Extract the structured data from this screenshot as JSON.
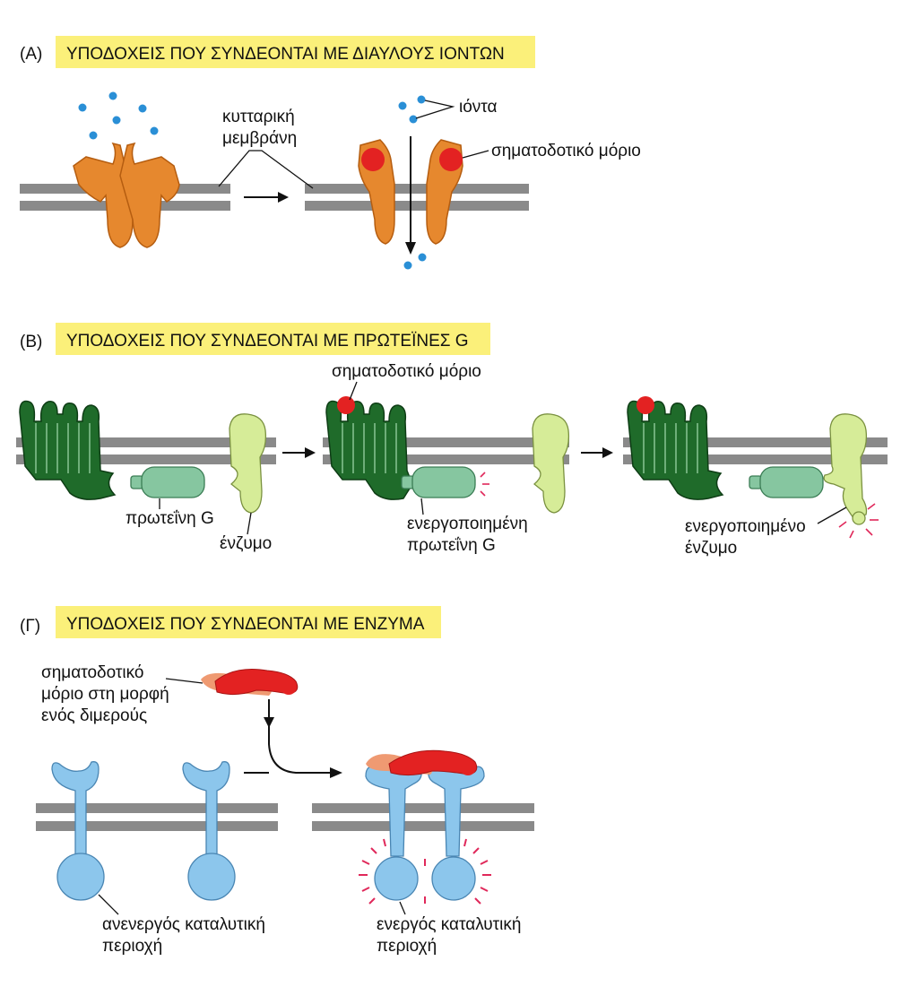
{
  "panelA": {
    "letter": "(A)",
    "title": "ΥΠΟΔΟΧΕΙΣ ΠΟΥ ΣΥΝΔΕΟΝΤΑΙ ΜΕ ΔΙΑΥΛΟΥΣ ΙΟΝΤΩΝ",
    "membrane_line1": "κυτταρική",
    "membrane_line2": "μεμβράνη",
    "ions": "ιόντα",
    "signal": "σηματοδοτικό μόριο"
  },
  "panelB": {
    "letter": "(B)",
    "title": "ΥΠΟΔΟΧΕΙΣ ΠΟΥ ΣΥΝΔΕΟΝΤΑΙ ΜΕ ΠΡΩΤΕΪΝΕΣ G",
    "signal": "σηματοδοτικό μόριο",
    "gprotein": "πρωτεΐνη G",
    "enzyme": "ένζυμο",
    "active_g_line1": "ενεργοποιημένη",
    "active_g_line2": "πρωτεΐνη G",
    "active_enzyme_line1": "ενεργοποιημένο",
    "active_enzyme_line2": "ένζυμο"
  },
  "panelC": {
    "letter": "(Γ)",
    "title": "ΥΠΟΔΟΧΕΙΣ ΠΟΥ ΣΥΝΔΕΟΝΤΑΙ ΜΕ ΕΝΖΥΜΑ",
    "signal_line1": "σηματοδοτικό",
    "signal_line2": "μόριο στη μορφή",
    "signal_line3": "ενός διμερούς",
    "inactive_line1": "ανενεργός καταλυτική",
    "inactive_line2": "περιοχή",
    "active_line1": "ενεργός καταλυτική",
    "active_line2": "περιοχή"
  },
  "colors": {
    "membrane": "#8a8a8a",
    "header_bg": "#fbf07a",
    "ion": "#2a8fd6",
    "signal_red": "#e32222",
    "channel_orange": "#e6882e",
    "receptor_green": "#1f6b2a",
    "gprotein_green": "#86c6a0",
    "enzyme_green": "#d6ec98",
    "enzyme_receptor_blue": "#8cc6ec",
    "dimer_pink": "#ef9a72",
    "activity_mark": "#e0285a"
  }
}
